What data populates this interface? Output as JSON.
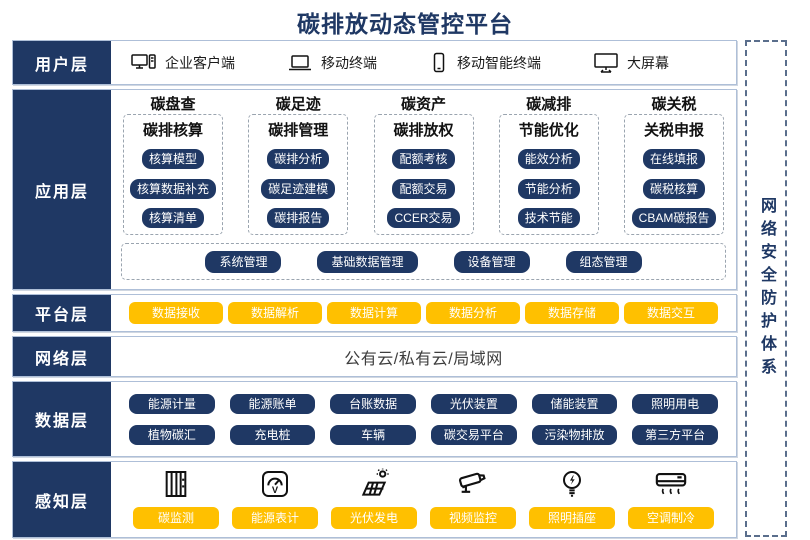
{
  "title": "碳排放动态管控平台",
  "colors": {
    "navy": "#1F3864",
    "yellow": "#FFC000",
    "row_border": "#AEBFD8",
    "dashed_border": "#9AA4AF",
    "security_border": "#5A6E8C"
  },
  "layers": {
    "user": {
      "label": "用户层",
      "items": [
        {
          "icon": "desktop-pc-icon",
          "label": "企业客户端"
        },
        {
          "icon": "laptop-icon",
          "label": "移动终端"
        },
        {
          "icon": "smartphone-icon",
          "label": "移动智能终端"
        },
        {
          "icon": "big-screen-icon",
          "label": "大屏幕"
        }
      ]
    },
    "application": {
      "label": "应用层",
      "columns": [
        {
          "header": "碳盘查",
          "subheader": "碳排核算",
          "buttons": [
            "核算模型",
            "核算数据补充",
            "核算清单"
          ]
        },
        {
          "header": "碳足迹",
          "subheader": "碳排管理",
          "buttons": [
            "碳排分析",
            "碳足迹建模",
            "碳排报告"
          ]
        },
        {
          "header": "碳资产",
          "subheader": "碳排放权",
          "buttons": [
            "配额考核",
            "配额交易",
            "CCER交易"
          ]
        },
        {
          "header": "碳减排",
          "subheader": "节能优化",
          "buttons": [
            "能效分析",
            "节能分析",
            "技术节能"
          ]
        },
        {
          "header": "碳关税",
          "subheader": "关税申报",
          "buttons": [
            "在线填报",
            "碳税核算",
            "CBAM碳报告"
          ]
        }
      ],
      "common_buttons": [
        "系统管理",
        "基础数据管理",
        "设备管理",
        "组态管理"
      ]
    },
    "platform": {
      "label": "平台层",
      "buttons": [
        "数据接收",
        "数据解析",
        "数据计算",
        "数据分析",
        "数据存储",
        "数据交互"
      ]
    },
    "network": {
      "label": "网络层",
      "text": "公有云/私有云/局域网"
    },
    "data": {
      "label": "数据层",
      "rows": [
        [
          "能源计量",
          "能源账单",
          "台账数据",
          "光伏装置",
          "储能装置",
          "照明用电"
        ],
        [
          "植物碳汇",
          "充电桩",
          "车辆",
          "碳交易平台",
          "污染物排放",
          "第三方平台"
        ]
      ]
    },
    "perception": {
      "label": "感知层",
      "items": [
        {
          "icon": "carbon-monitor-icon",
          "label": "碳监测"
        },
        {
          "icon": "energy-meter-icon",
          "label": "能源表计"
        },
        {
          "icon": "solar-panel-icon",
          "label": "光伏发电"
        },
        {
          "icon": "cctv-camera-icon",
          "label": "视频监控"
        },
        {
          "icon": "light-bulb-icon",
          "label": "照明插座"
        },
        {
          "icon": "air-conditioner-icon",
          "label": "空调制冷"
        }
      ]
    }
  },
  "right_bar": {
    "text": "网络安全防护体系"
  }
}
